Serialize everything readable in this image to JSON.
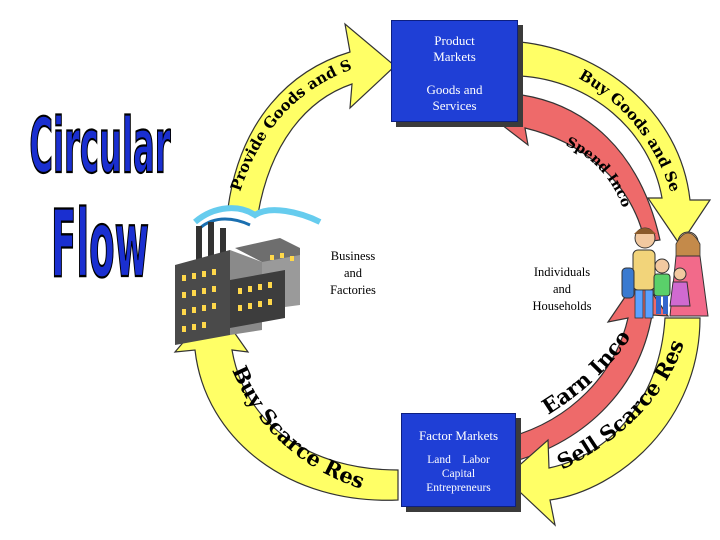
{
  "title": {
    "line1": "Circular",
    "line2": "Flow"
  },
  "product_markets": {
    "title_line1": "Product",
    "title_line2": "Markets",
    "sub_line1": "Goods and",
    "sub_line2": "Services"
  },
  "factor_markets": {
    "title": "Factor Markets",
    "line1": "Land    Labor",
    "line2": "Capital",
    "line3": "Entrepreneurs"
  },
  "business": {
    "line1": "Business",
    "line2": "and",
    "line3": "Factories"
  },
  "households": {
    "line1": "Individuals",
    "line2": "and",
    "line3": "Households"
  },
  "arrows": {
    "provide_goods": "Provide Goods and Services",
    "buy_goods": "Buy Goods and Services",
    "spend_income": "Spend Income",
    "earn_income": "Earn Income",
    "sell_resources": "Sell Scarce Resources",
    "buy_resources": "Buy Scarce Resources"
  },
  "colors": {
    "yellow_arrow": "#ffff66",
    "red_arrow": "#ee6a6a",
    "box_blue": "#1f3fd6",
    "title_blue": "#1a2fd0"
  }
}
